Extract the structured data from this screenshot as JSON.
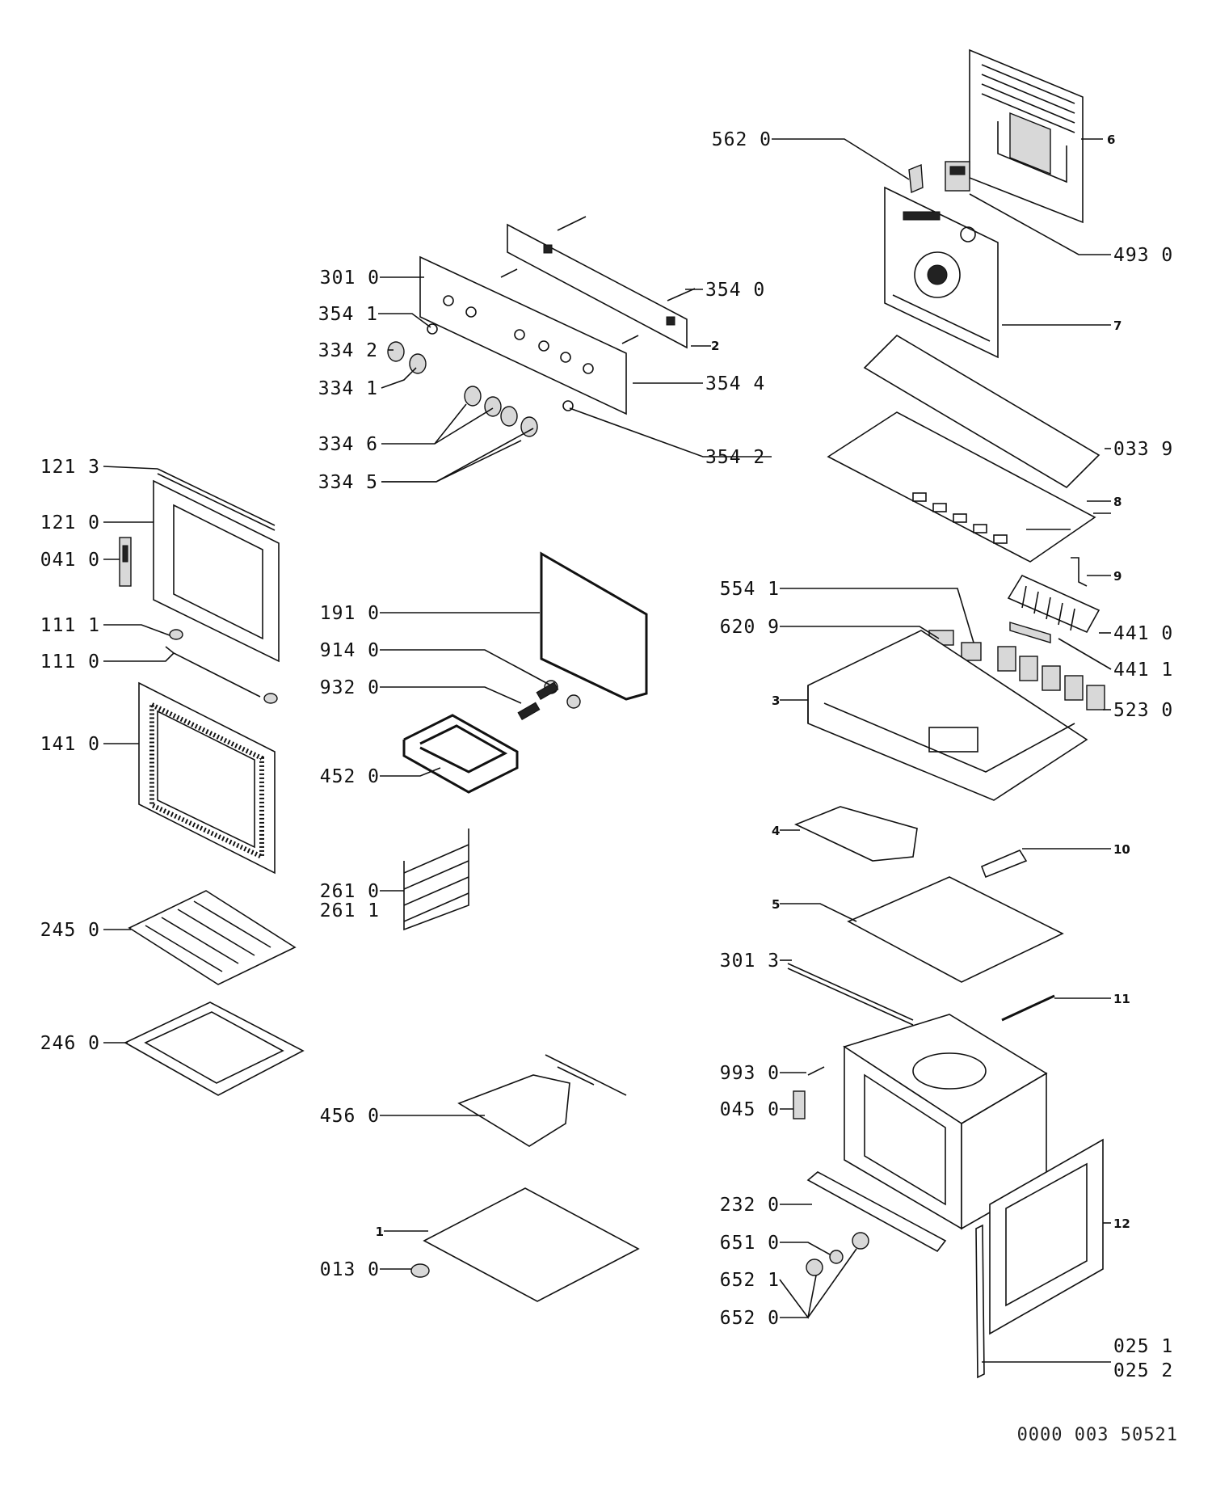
{
  "labels": {
    "l562_0": "562 0",
    "l493_0": "493 0",
    "l6": "6",
    "l301_0": "301 0",
    "l354_0": "354 0",
    "l354_1": "354 1",
    "l2": "2",
    "l334_2": "334 2",
    "l334_1": "334 1",
    "l354_4": "354 4",
    "l7": "7",
    "l334_6": "334 6",
    "l354_2": "354 2",
    "l033_9": "033 9",
    "l121_3": "121 3",
    "l334_5": "334 5",
    "l8": "8",
    "l121_0": "121 0",
    "l041_0": "041 0",
    "l9": "9",
    "l554_1": "554 1",
    "l191_0": "191 0",
    "l620_9": "620 9",
    "l441_0": "441 0",
    "l111_1": "111 1",
    "l914_0": "914 0",
    "l111_0": "111 0",
    "l441_1": "441 1",
    "l932_0": "932 0",
    "l3": "3",
    "l523_0": "523 0",
    "l141_0": "141 0",
    "l452_0": "452 0",
    "l4": "4",
    "l10": "10",
    "l261_0": "261 0",
    "l261_1": "261 1",
    "l5": "5",
    "l245_0": "245 0",
    "l301_3": "301 3",
    "l11": "11",
    "l246_0": "246 0",
    "l993_0": "993 0",
    "l045_0": "045 0",
    "l456_0": "456 0",
    "l232_0": "232 0",
    "l12": "12",
    "l1": "1",
    "l651_0": "651 0",
    "l013_0": "013 0",
    "l652_1": "652 1",
    "l652_0": "652 0",
    "l025_1": "025 1",
    "l025_2": "025 2"
  },
  "reference_code": "0000 003 50521"
}
